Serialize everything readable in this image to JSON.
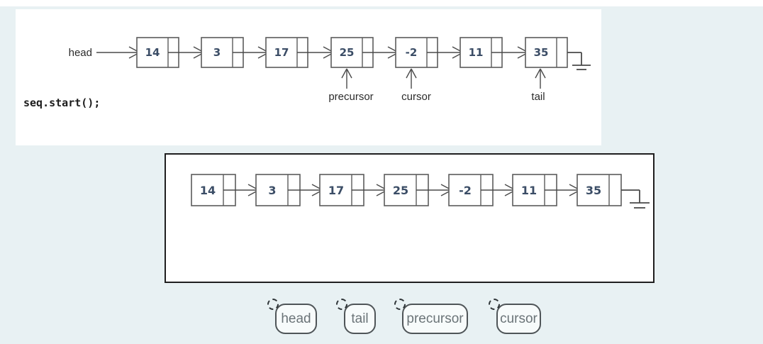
{
  "colors": {
    "page_bg": "#e8f1f3",
    "panel_bg": "#ffffff",
    "diagram_line": "#4a4a4a",
    "node_number": "#3b4d66",
    "answer_box_border": "#1f1f1f",
    "chip_border": "#4f5558",
    "chip_text": "#6b7478",
    "chip_bg": "#f7fbfb"
  },
  "top_panel": {
    "head_label": "head",
    "code": "seq.start();",
    "nodes": [
      "14",
      "3",
      "17",
      "25",
      "-2",
      "11",
      "35"
    ],
    "pointer_labels": {
      "precursor": "precursor",
      "cursor": "cursor",
      "tail": "tail"
    }
  },
  "answer_panel": {
    "nodes": [
      "14",
      "3",
      "17",
      "25",
      "-2",
      "11",
      "35"
    ]
  },
  "chips": {
    "head": "head",
    "tail": "tail",
    "precursor": "precursor",
    "cursor": "cursor"
  }
}
